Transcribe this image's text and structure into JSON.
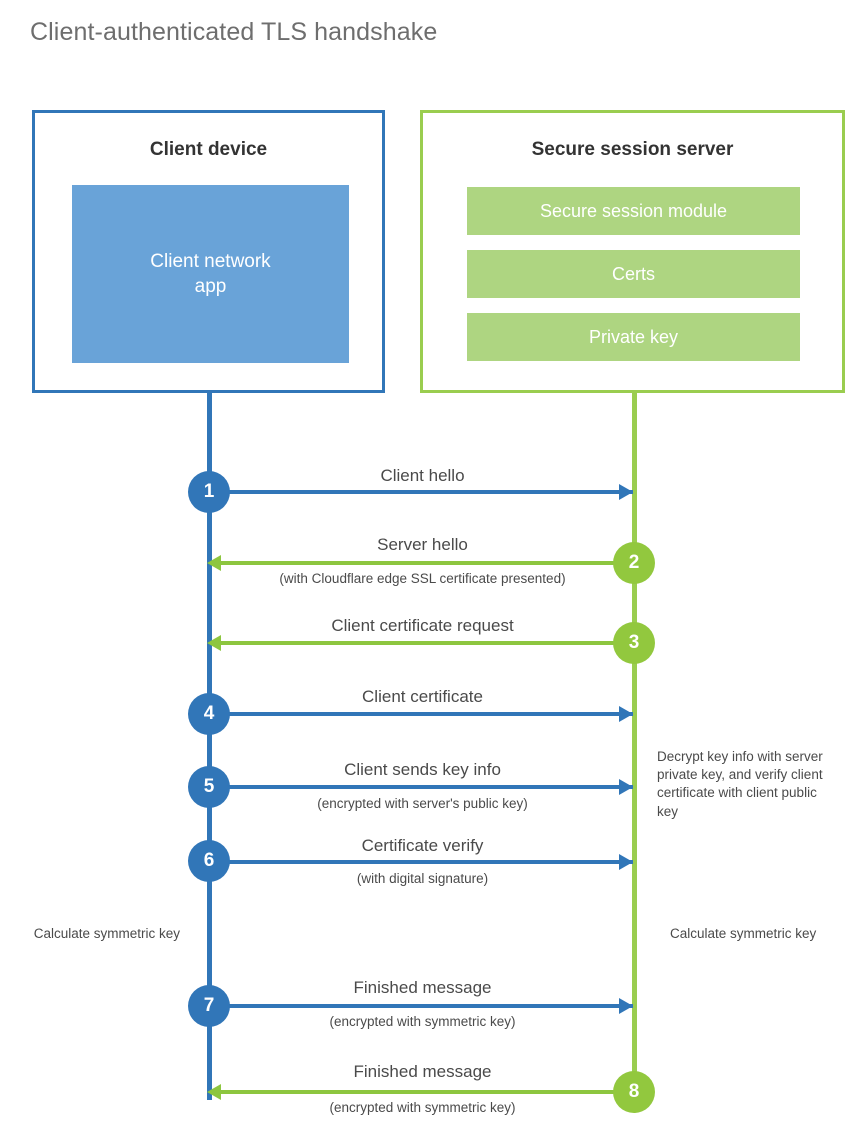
{
  "title": "Client-authenticated TLS handshake",
  "colors": {
    "blue": "#3176b8",
    "blue_fill": "#69a3d8",
    "green": "#8dc63f",
    "green_border": "#9acd4f",
    "green_fill": "#aed581",
    "text": "#4a4a4a",
    "title_text": "#6e6e6e"
  },
  "parties": {
    "client": {
      "title": "Client device",
      "app_label": "Client network\napp",
      "app_label_line1": "Client network",
      "app_label_line2": "app"
    },
    "server": {
      "title": "Secure session server",
      "bars": [
        {
          "label": "Secure session module"
        },
        {
          "label": "Certs"
        },
        {
          "label": "Private key"
        }
      ]
    }
  },
  "steps": [
    {
      "number": "1",
      "side": "client",
      "direction": "to-server",
      "color": "blue",
      "main": "Client hello",
      "sub": ""
    },
    {
      "number": "2",
      "side": "server",
      "direction": "to-client",
      "color": "green",
      "main": "Server hello",
      "sub": "(with Cloudflare edge SSL certificate presented)"
    },
    {
      "number": "3",
      "side": "server",
      "direction": "to-client",
      "color": "green",
      "main": "Client certificate request",
      "sub": ""
    },
    {
      "number": "4",
      "side": "client",
      "direction": "to-server",
      "color": "blue",
      "main": "Client certificate",
      "sub": ""
    },
    {
      "number": "5",
      "side": "client",
      "direction": "to-server",
      "color": "blue",
      "main": "Client sends key info",
      "sub": "(encrypted with server's public key)"
    },
    {
      "number": "6",
      "side": "client",
      "direction": "to-server",
      "color": "blue",
      "main": "Certificate verify",
      "sub": "(with digital signature)"
    },
    {
      "number": "7",
      "side": "client",
      "direction": "to-server",
      "color": "blue",
      "main": "Finished message",
      "sub": "(encrypted with symmetric key)"
    },
    {
      "number": "8",
      "side": "server",
      "direction": "to-client",
      "color": "green",
      "main": "Finished message",
      "sub": "(encrypted with symmetric key)"
    }
  ],
  "notes": {
    "server_decrypt": "Decrypt key info with server private key, and verify client certificate with client public key",
    "client_calculate": "Calculate symmetric key",
    "server_calculate": "Calculate symmetric key"
  }
}
